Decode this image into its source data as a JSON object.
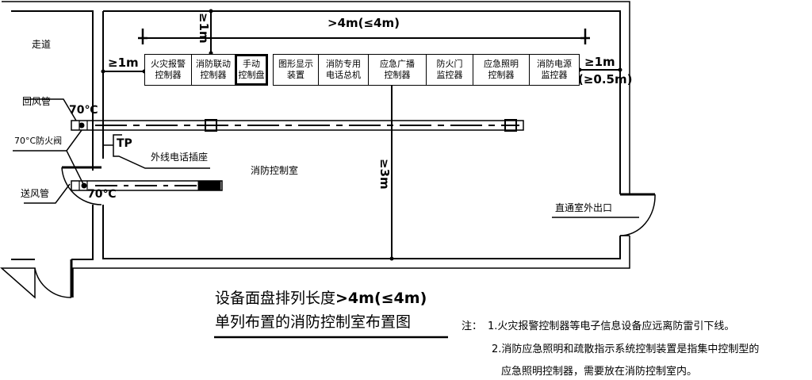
{
  "diagram": {
    "corridor_label": "走道",
    "room_label": "消防控制室",
    "exit_label": "直通室外出口",
    "return_duct_label": "回风管",
    "supply_duct_label": "送风管",
    "fire_damper_label": "70°C防火阀",
    "damper_temp_top": "70℃",
    "damper_temp_bottom": "70℃",
    "tp_label": "TP",
    "phone_socket_label": "外线电话插座",
    "dimensions": {
      "panel_row_length": ">4m(≤4m)",
      "top_clearance": "≥1m",
      "left_clearance": "≥1m",
      "right_clearance": "≥1m",
      "right_clearance_alt": "(≥0.5m)",
      "front_clearance": "≥3m"
    },
    "panels": [
      {
        "line1": "火灾报警",
        "line2": "控制器"
      },
      {
        "line1": "消防联动",
        "line2": "控制器"
      },
      {
        "line1": "手动",
        "line2": "控制盘"
      },
      {
        "line1": "图形显示",
        "line2": "装置"
      },
      {
        "line1": "消防专用",
        "line2": "电话总机"
      },
      {
        "line1": "应急广播",
        "line2": "控制器"
      },
      {
        "line1": "防火门",
        "line2": "监控器"
      },
      {
        "line1": "应急照明",
        "line2": "控制器"
      },
      {
        "line1": "消防电源",
        "line2": "监控器"
      }
    ]
  },
  "title": {
    "line1_text": "设备面盘排列长度",
    "line1_bold": ">4m(≤4m)",
    "line2": "单列布置的消防控制室布置图"
  },
  "notes": {
    "prefix": "注：",
    "items": [
      "1.火灾报警控制器等电子信息设备应远离防雷引下线。",
      "2.消防应急照明和疏散指示系统控制装置是指集中控制型的",
      "应急照明控制器，需要放在消防控制室内。"
    ]
  }
}
